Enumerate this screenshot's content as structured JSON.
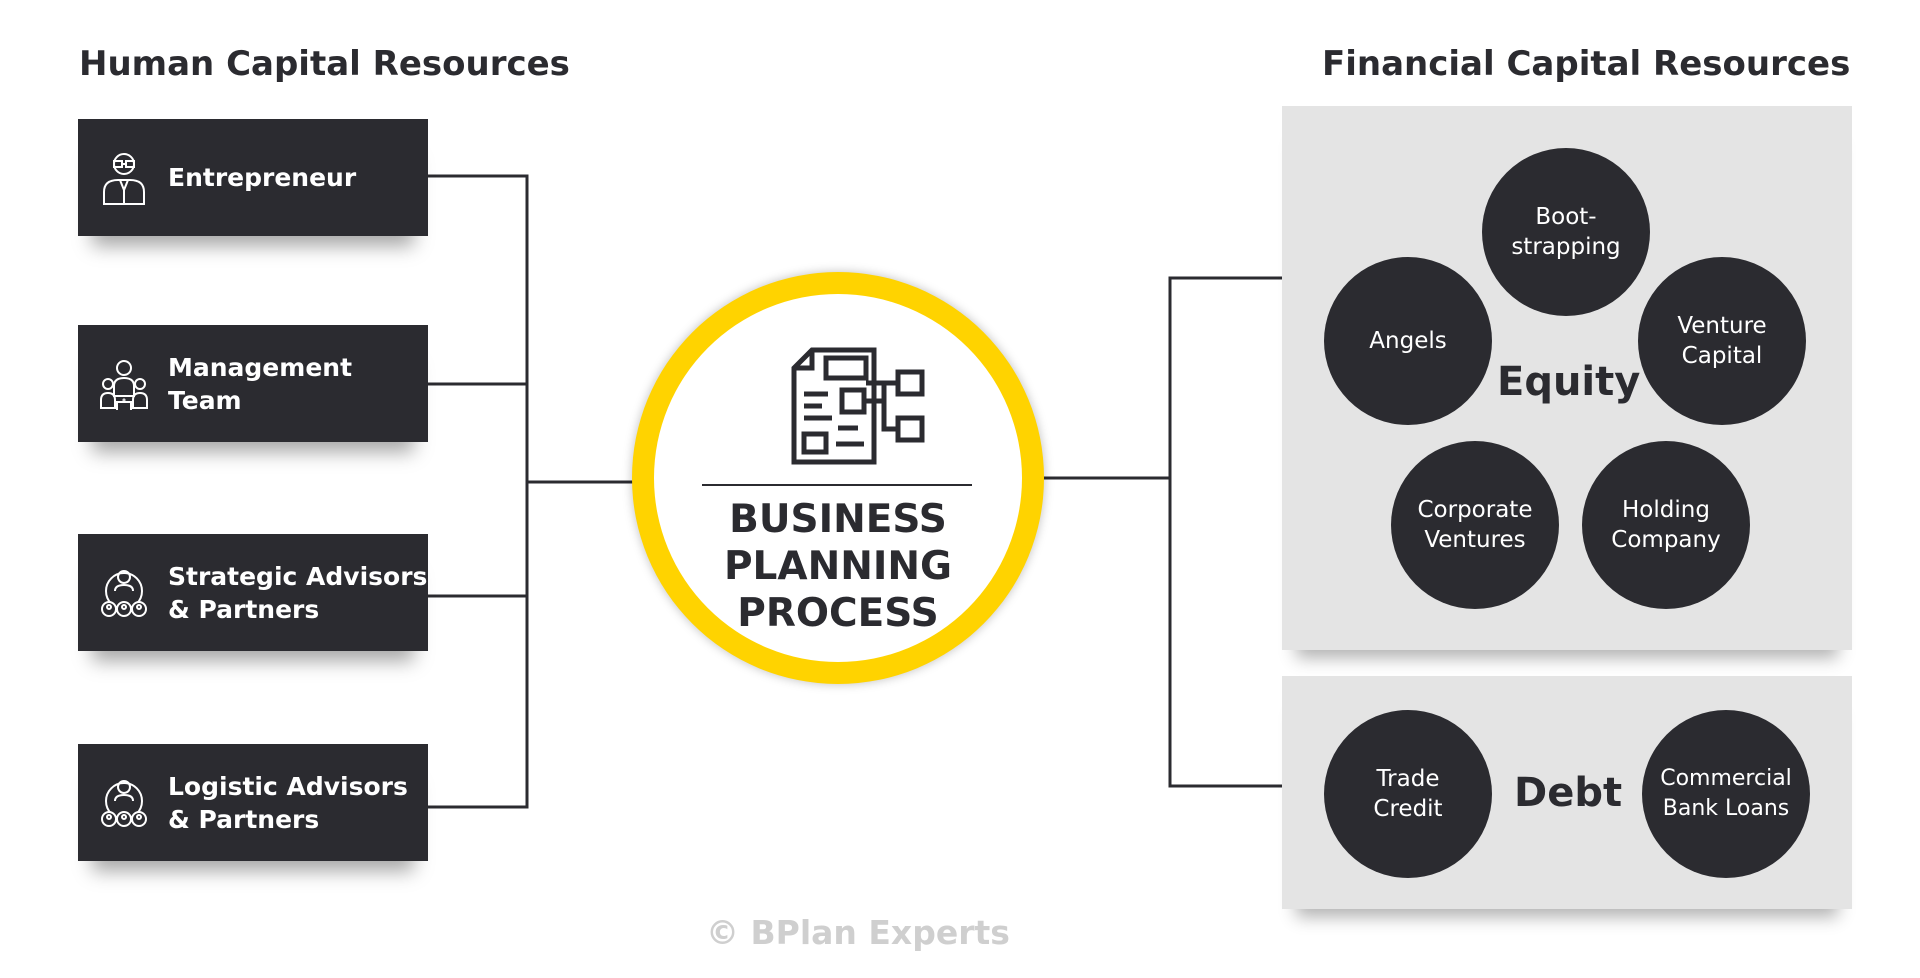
{
  "headings": {
    "human": "Human Capital Resources",
    "financial": "Financial Capital Resources"
  },
  "human_resources": [
    {
      "label": "Entrepreneur",
      "icon": "entrepreneur-icon"
    },
    {
      "label": "Management\nTeam",
      "icon": "team-icon"
    },
    {
      "label": "Strategic Advisors\n& Partners",
      "icon": "network-icon"
    },
    {
      "label": "Logistic Advisors\n& Partners",
      "icon": "network-icon"
    }
  ],
  "center": {
    "title": "BUSINESS\nPLANNING\nPROCESS",
    "icon": "document-flowchart-icon"
  },
  "equity": {
    "label": "Equity",
    "items": [
      "Boot-\nstrapping",
      "Angels",
      "Venture\nCapital",
      "Corporate\nVentures",
      "Holding\nCompany"
    ]
  },
  "debt": {
    "label": "Debt",
    "items": [
      "Trade\nCredit",
      "Commercial\nBank Loans"
    ]
  },
  "watermark": "© BPlan Experts",
  "colors": {
    "dark": "#2b2b30",
    "accent_yellow": "#ffd300",
    "panel_gray": "#e4e4e4",
    "watermark_gray": "#cfcfcf"
  }
}
